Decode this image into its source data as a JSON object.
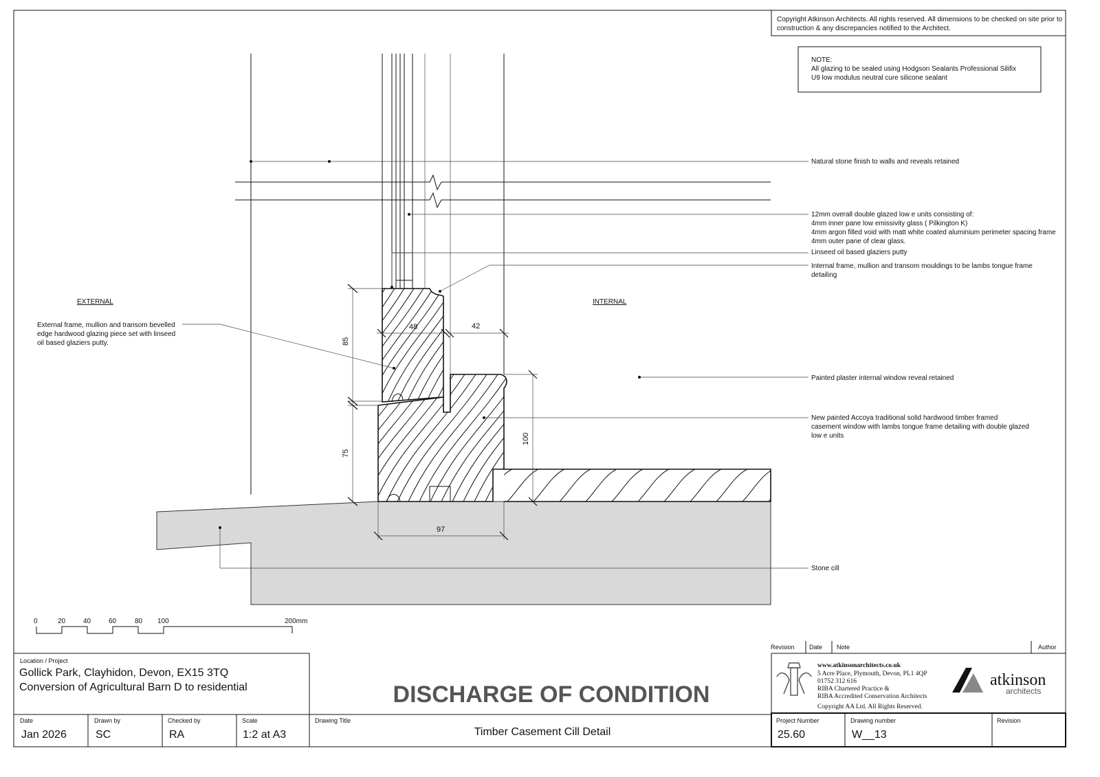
{
  "copyright": {
    "line1": "Copyright Atkinson Architects. All rights reserved. All dimensions to be checked on site prior to",
    "line2": "construction & any discrepancies notified to the Architect."
  },
  "note": {
    "heading": "NOTE:",
    "line1": "All glazing to be sealed using Hodgson Sealants Professional Silifix",
    "line2": "U9 low modulus neutral cure silicone sealant"
  },
  "zones": {
    "external": "EXTERNAL",
    "internal": "INTERNAL"
  },
  "annotations": {
    "stone_finish": "Natural stone finish to walls and reveals retained",
    "glazing": [
      "12mm overall  double glazed low e units consisting of:",
      "4mm inner pane low emissivity glass  ( Pilkington K)",
      "4mm argon filled void with matt white coated aluminium perimeter spacing frame",
      "4mm outer pane of clear glass."
    ],
    "putty": "Linseed oil based glaziers putty",
    "internal_frame": [
      "Internal frame, mullion and transom mouldings to be lambs tongue frame",
      "detailing"
    ],
    "external_frame": [
      "External frame, mullion and transom  bevelled",
      "edge hardwood glazing piece set with linseed",
      "oil based glaziers putty."
    ],
    "plaster": "Painted plaster internal window reveal retained",
    "casement": [
      "New painted Accoya traditional solid hardwood timber framed",
      "casement window with lambs tongue frame detailing with double glazed",
      "low e units"
    ],
    "stone_cill": "Stone cill"
  },
  "dimensions": {
    "d85": "85",
    "d75": "75",
    "d48": "48",
    "d42": "42",
    "d100": "100",
    "d97": "97"
  },
  "scale_bar": {
    "labels": [
      "0",
      "20",
      "40",
      "60",
      "80",
      "100",
      "200mm"
    ]
  },
  "title_block": {
    "location_label": "Location / Project",
    "location_line1": "Gollick Park, Clayhidon, Devon, EX15 3TQ",
    "location_line2": "Conversion of Agricultural Barn D to residential",
    "stamp": "DISCHARGE OF CONDITION",
    "date_label": "Date",
    "date": "Jan 2026",
    "drawn_label": "Drawn by",
    "drawn": "SC",
    "checked_label": "Checked by",
    "checked": "RA",
    "scale_label": "Scale",
    "scale": "1:2 at A3",
    "title_label": "Drawing Title",
    "title": "Timber Casement Cill Detail",
    "project_number_label": "Project Number",
    "project_number": "25.60",
    "drawing_number_label": "Drawing number",
    "drawing_number": "W__13",
    "revision_label": "Revision",
    "revision": "",
    "rev_headers": {
      "revision": "Revision",
      "date": "Date",
      "note": "Note",
      "author": "Author"
    }
  },
  "practice": {
    "website": "www.atkinsonarchitects.co.uk",
    "address": "5 Acre Place, Plymouth, Devon, PL1 4QP",
    "phone": "01752 312 616",
    "riba1": "RIBA Chartered Practice &",
    "riba2": "RIBA Accredited Conservation Architects",
    "copyright": "Copyright AA Ltd. All Rights Reserved.",
    "logo_name": "atkinson",
    "logo_sub": "architects"
  }
}
